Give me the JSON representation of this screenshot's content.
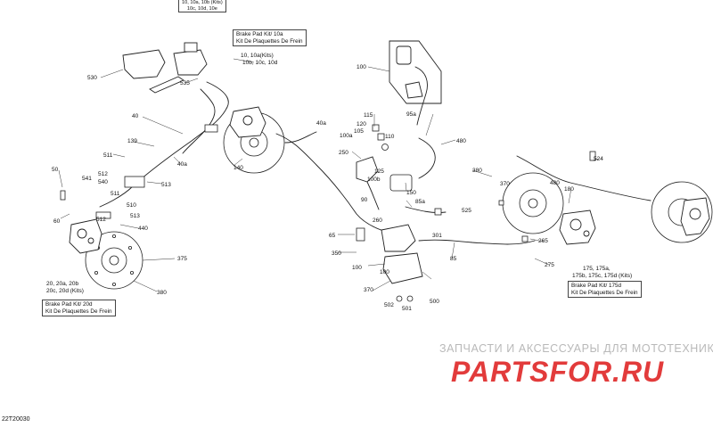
{
  "diagram": {
    "top_ref": {
      "line1": "10, 10a, 10b (Kits)",
      "line2": "10c, 10d, 10e"
    },
    "callouts_upper": [
      {
        "id": "pad-kit-10",
        "lines": [
          "Brake Pad Kit/ 10a",
          "Kit De Plaquettes De Frein"
        ]
      },
      {
        "id": "pad-kit-175",
        "lines": [
          "Brake Pad Kit/ 175d",
          "Kit De Plaquettes De Frein"
        ]
      },
      {
        "id": "pad-kit-20",
        "lines": [
          "Brake Pad Kit/ 20d",
          "Kit De Plaquettes De Frein"
        ]
      }
    ],
    "part_labels": [
      "530",
      "535",
      "10, 10a(Kits)",
      "10b, 10c, 10d",
      "40",
      "139",
      "40a",
      "140",
      "511",
      "512",
      "541",
      "540",
      "513",
      "510",
      "50",
      "60",
      "512",
      "511",
      "513",
      "440",
      "375",
      "380",
      "20, 20a, 20b",
      "20c, 20d (Kits)",
      "100",
      "115",
      "120",
      "105",
      "110",
      "95a",
      "480",
      "100a",
      "250",
      "125",
      "150",
      "100b",
      "40a",
      "90",
      "260",
      "65",
      "350",
      "301",
      "85a",
      "525",
      "100",
      "85",
      "370",
      "502",
      "501",
      "500",
      "380",
      "370",
      "480",
      "180",
      "524",
      "265",
      "275",
      "175, 175a,",
      "175b, 175c, 175d (Kits)",
      "100"
    ],
    "doc_code": "22T20030"
  },
  "watermark": {
    "tagline": "ЗАПЧАСТИ И АКСЕССУАРЫ ДЛЯ МОТОТЕХНИКИ",
    "logo_text": "PARTSFOR.RU",
    "logo_color": "#e23b3b"
  }
}
